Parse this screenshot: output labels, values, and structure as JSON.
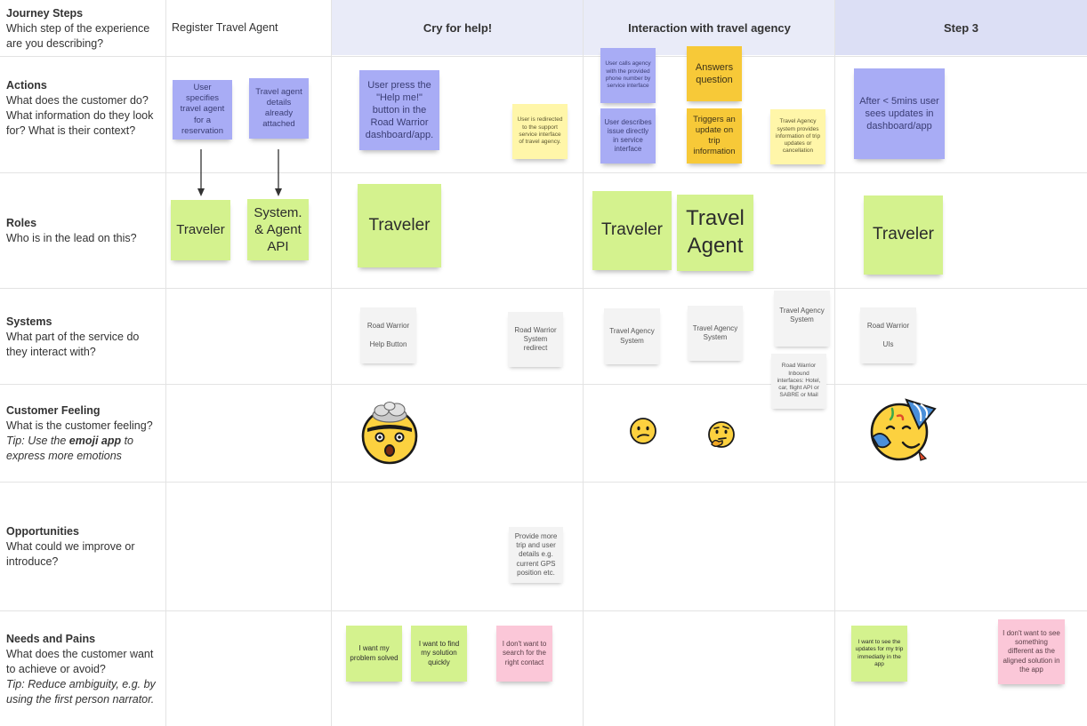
{
  "header": {
    "title": "Journey Steps",
    "desc": "Which step of the experience are you describing?",
    "stages": [
      "Register Travel Agent",
      "Cry for help!",
      "Interaction with travel agency",
      "Step 3"
    ]
  },
  "rows": {
    "actions": {
      "title": "Actions",
      "desc": "What does the customer do? What information do they look for? What is their context?"
    },
    "roles": {
      "title": "Roles",
      "desc": "Who is in the lead on this?"
    },
    "systems": {
      "title": "Systems",
      "desc": "What part of the service do they interact with?"
    },
    "feeling": {
      "title": "Customer Feeling",
      "desc": "What is the customer feeling?",
      "tip_prefix": "Tip: Use the ",
      "tip_bold": "emoji app",
      "tip_suffix": " to express more emotions"
    },
    "opportunities": {
      "title": "Opportunities",
      "desc": "What could we improve or introduce?"
    },
    "needs": {
      "title": "Needs and Pains",
      "desc": "What does the customer want to achieve or avoid?",
      "tip": "Tip: Reduce ambiguity, e.g. by using the first person narrator."
    }
  },
  "notes": {
    "a1": "User specifies travel agent for a reservation",
    "a2": "Travel agent details already attached",
    "a3": "User press the \"Help me!\" button in the Road Warrior dashboard/app.",
    "a4": "User is redirected to the support service interface of travel agency.",
    "a5": "User calls agency with the provided phone number by service interface",
    "a6": "User describes issue directly in service interface",
    "a7": "Answers question",
    "a8": "Triggers an update on trip information",
    "a9": "Travel Agency system provides information of trip updates or cancellation",
    "a10": "After < 5mins user sees updates in dashboard/app",
    "r1": "Traveler",
    "r2": "System. & Agent API",
    "r3": "Traveler",
    "r4": "Traveler",
    "r5": "Travel Agent",
    "r6": "Traveler",
    "s1": "Road Warrior\n\nHelp Button",
    "s2": "Road Warrior System redirect",
    "s3": "Travel Agency System",
    "s4": "Travel Agency System",
    "s5": "Travel Agency System",
    "s6": "Road Warrior Inbound interfaces: Hotel, car, flight API or SABRE or Mail",
    "s7": "Road Warrior\n\nUIs",
    "o1": "Provide more trip and user details e.g. current GPS position etc.",
    "n1": "I want my problem solved",
    "n2": "I want to find my solution quickly",
    "n3": "I don't want to search for the right contact",
    "n4": "I want to see the updates for my trip immediatly in the app",
    "n5": "I don't want to see something different as the aligned solution in the app"
  },
  "emojis": [
    "exploding-head",
    "confused-face",
    "thinking-face",
    "partying-face"
  ],
  "colors": {
    "header_band": "#e9ebf8",
    "header_band_strong": "#dcdff5",
    "blue_note": "#a8acf5",
    "yellow_note": "#fff6a9",
    "orange_note": "#f7c938",
    "green_note": "#d4f28e",
    "grey_note": "#f3f3f3",
    "pink_note": "#fbc7d8",
    "emoji_yellow": "#fcd13f"
  }
}
